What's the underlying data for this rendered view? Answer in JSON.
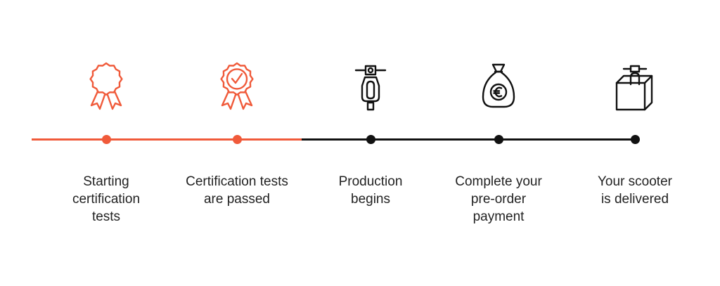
{
  "colors": {
    "accent": "#f05a3a",
    "ink": "#111111"
  },
  "steps": [
    {
      "label": "Starting\ncertification\ntests",
      "icon": "rosette-badge-icon",
      "status": "done"
    },
    {
      "label": "Certification tests\nare passed",
      "icon": "rosette-check-icon",
      "status": "done"
    },
    {
      "label": "Production\nbegins",
      "icon": "scooter-icon",
      "status": "pending"
    },
    {
      "label": "Complete your\npre-order\npayment",
      "icon": "euro-money-bag-icon",
      "status": "pending"
    },
    {
      "label": "Your scooter\nis delivered",
      "icon": "delivery-box-icon",
      "status": "pending"
    }
  ]
}
